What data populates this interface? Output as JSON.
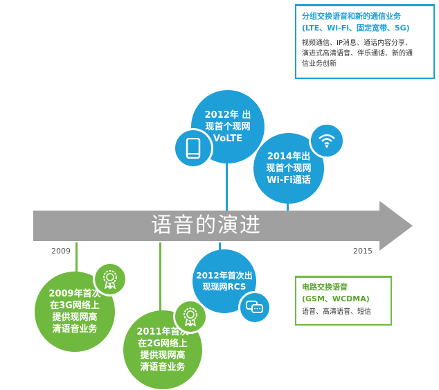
{
  "banner": {
    "title": "语音的演进"
  },
  "timeline": {
    "start_year": "2009",
    "end_year": "2015"
  },
  "milestones": {
    "volte_2012": "2012年 出\n现首个现网\nVoLTE",
    "wifi_2014": "2014年出\n现首个现网\nWi-Fi通话",
    "rcs_2012": "2012年首次出\n现现网RCS",
    "hd_3g_2009": "2009年首次\n在3G网络上\n提供现网高\n清语音业务",
    "hd_2g_2011": "2011年首次\n在2G网络上\n提供现网高\n清语音业务"
  },
  "packet_box": {
    "title_line1": "分组交换语音和新的通信业务",
    "title_line2": "(LTE、Wi-Fi、固定宽带、5G)",
    "body": "视频通信、IP消息、通话内容分享、\n演进式高清语音、伴乐通话、新的通\n信业务创新"
  },
  "circuit_box": {
    "title_line1": "电路交换语音",
    "title_line2": "(GSM、WCDMA)",
    "body": "语音、高清语音、短信"
  },
  "icons": {
    "volte": "smartphone-icon",
    "wifi": "wifi-icon",
    "rcs": "chat-bubbles-icon",
    "award": "award-rosette-icon"
  },
  "colors": {
    "blue": "#1e9fd8",
    "green": "#70b93f",
    "arrow_gray": "#a0a0a0",
    "box_blue_border": "#1e9fd8",
    "box_green_border": "#70b93f"
  }
}
